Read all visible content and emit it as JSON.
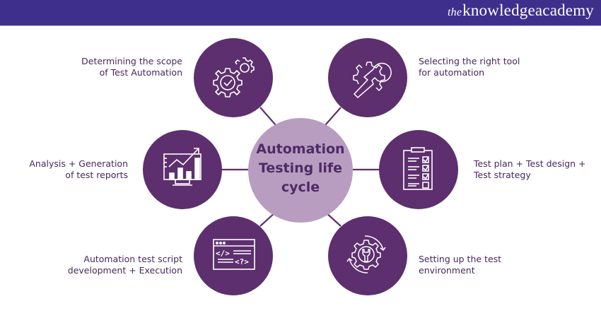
{
  "header": {
    "brand_prefix": "the",
    "brand_name": "knowledgeacademy"
  },
  "colors": {
    "header_bg": "#3f2f8c",
    "node_fill": "#5d2f6e",
    "center_fill": "#b89dc1",
    "connector": "#5d2f6e",
    "text": "#4a2660"
  },
  "center": {
    "lines": [
      "Automation",
      "Testing life",
      "cycle"
    ]
  },
  "nodes": [
    {
      "id": "scope",
      "icon": "gears-check-icon",
      "lines": [
        "Determining the scope",
        "of Test Automation"
      ]
    },
    {
      "id": "tool",
      "icon": "gear-wrench-icon",
      "lines": [
        "Selecting the right tool",
        "for automation"
      ]
    },
    {
      "id": "analysis",
      "icon": "monitor-chart-icon",
      "lines": [
        "Analysis + Generation",
        "of test reports"
      ]
    },
    {
      "id": "plan",
      "icon": "clipboard-checklist-icon",
      "lines": [
        "Test plan + Test design +",
        "Test strategy"
      ]
    },
    {
      "id": "script",
      "icon": "code-window-icon",
      "lines": [
        "Automation test script",
        "development + Execution"
      ]
    },
    {
      "id": "environment",
      "icon": "gear-cycle-wrench-icon",
      "lines": [
        "Setting up the test",
        "environment"
      ]
    }
  ]
}
